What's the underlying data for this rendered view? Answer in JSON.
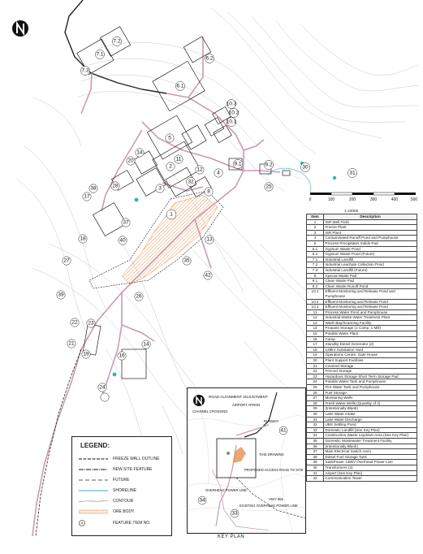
{
  "north": {
    "symbol": "N"
  },
  "scale": {
    "label": "1:10000",
    "ticks": [
      "0",
      "100",
      "200",
      "300",
      "400",
      "500"
    ]
  },
  "map_labels": {
    "n1": "1",
    "n2": "2",
    "n3": "3",
    "n4": "4",
    "n5": "5",
    "n61": "6.1",
    "n62": "6.2",
    "n71": "7.1",
    "n72": "7.2",
    "n73": "7.3",
    "n8": "8",
    "n91": "9.1",
    "n92": "9.2",
    "n101": "10.1",
    "n102": "10.2",
    "n103": "10.3",
    "n11": "11",
    "n12": "12",
    "n13": "13",
    "n14": "14",
    "n16": "16",
    "n17": "17",
    "n18": "18",
    "n19": "19",
    "n20": "20",
    "n21": "21",
    "n22": "22",
    "n23": "23",
    "n24": "24",
    "n25": "25",
    "n26": "26",
    "n27": "27",
    "n28": "28",
    "n30": "30",
    "n31": "31",
    "n32": "32",
    "n35": "35",
    "n37": "37",
    "n38": "38",
    "n39": "39",
    "n40": "40",
    "n42": "42"
  },
  "table": {
    "header": [
      "Item",
      "Description"
    ],
    "rows": [
      [
        "1",
        "ISR Well Field"
      ],
      [
        "2",
        "Freeze Plant"
      ],
      [
        "3",
        "ISR Plant"
      ],
      [
        "4",
        "Contaminated Runoff Pond and Pumphouse"
      ],
      [
        "5",
        "Process Precipitates Solids Pad"
      ],
      [
        "6.1",
        "Gypsum Waste Pond"
      ],
      [
        "6.2",
        "Gypsum Waste Pond (Future)"
      ],
      [
        "7.1",
        "Industrial Landfill"
      ],
      [
        "7.2",
        "Industrial Leachate Collection Pond"
      ],
      [
        "7.3",
        "Industrial Landfill (Future)"
      ],
      [
        "8",
        "Special Waste Pad"
      ],
      [
        "9.1",
        "Clean Waste Pad"
      ],
      [
        "9.2",
        "Clean Waste Runoff Pond"
      ],
      [
        "10.1",
        "Effluent Monitoring and Release Pond and Pumphouse"
      ],
      [
        "10.2",
        "Effluent Monitoring and Release Pond"
      ],
      [
        "10.3",
        "Effluent Monitoring and Release Pond"
      ],
      [
        "11",
        "Process Water Pond and Pumphouse"
      ],
      [
        "12",
        "Industrial Waste Water Treatment Plant"
      ],
      [
        "13",
        "Wash Bay/Scanning Facility"
      ],
      [
        "14",
        "Propane Storage (1 Camp, 1 Mill)"
      ],
      [
        "15",
        "Potable Water Plant"
      ],
      [
        "16",
        "Camp"
      ],
      [
        "17",
        "Standby Diesel Generator (2)"
      ],
      [
        "18",
        "138kV Substation Yard"
      ],
      [
        "19",
        "Operations Centre, Gate House"
      ],
      [
        "20",
        "Plant Support Facilities"
      ],
      [
        "21",
        "Covered Storage"
      ],
      [
        "22",
        "Fenced Storage"
      ],
      [
        "23",
        "Hazardous Storage Short Term Storage Pad"
      ],
      [
        "24",
        "Potable Water Tank and Pumphouse"
      ],
      [
        "25",
        "Fire Water Tank and Pumphouse"
      ],
      [
        "26",
        "Fuel Storage"
      ],
      [
        "27",
        "Monitoring Wells"
      ],
      [
        "28",
        "Fresh Water Wells (Quantity of 2)"
      ],
      [
        "29",
        "(Intentionally Blank)"
      ],
      [
        "30",
        "Lake Water Intake"
      ],
      [
        "31",
        "Lake Water Discharge"
      ],
      [
        "32",
        "UBS Settling Pond"
      ],
      [
        "33",
        "Domestic Landfill (See Key Plan)"
      ],
      [
        "34",
        "Construction Waste Laydown Area (See Key Plan)"
      ],
      [
        "35",
        "Domestic Wastewater Treatment Facility"
      ],
      [
        "36",
        "(Intentionally Blank)"
      ],
      [
        "37",
        "Main Electrical Switch room"
      ],
      [
        "38",
        "Diesel Fuel Storage Tank"
      ],
      [
        "39",
        "SaskPower 138kV Overhead Power Line"
      ],
      [
        "40",
        "Transformers (2)"
      ],
      [
        "41",
        "Airport (See Key Plan)"
      ],
      [
        "42",
        "Communication Tower"
      ]
    ]
  },
  "legend": {
    "title": "LEGEND:",
    "items": [
      {
        "label": "FREEZE WALL OUTLINE",
        "color": "#111111"
      },
      {
        "label": "NEW SITE FEATURE",
        "color": "#111111"
      },
      {
        "label": "FUTURE",
        "color": "#222222"
      },
      {
        "label": "SHORELINE",
        "color": "#3aa6c9"
      },
      {
        "label": "CONTOUR",
        "color": "#777777"
      },
      {
        "label": "ORE BODY",
        "color": "#e0833a"
      },
      {
        "label": "FEATURE ITEM NO.",
        "color": "#111111",
        "symbol": "#"
      }
    ]
  },
  "keyplan": {
    "caption": "KEY PLAN",
    "labels": {
      "road_adjust": "ROAD ALIGNMENT ADJUSTMENT",
      "airport_apron": "AIRPORT APRON",
      "runway": "RUNWAY",
      "channel": "CHANNEL CROSSING",
      "this_drawing": "THIS DRAWING",
      "access_road": "PROPOSED ACCESS ROAD TO SITE",
      "overhead": "OVERHEAD POWER LINE",
      "existing": "EXISTING OVERHEAD POWER LINE",
      "hwy": "HWY 955",
      "n33": "33",
      "n34": "34",
      "n41": "41"
    }
  },
  "colors": {
    "road": "#c99bb5",
    "contour": "#bdbdbd",
    "water": "#2fb7b0",
    "ore": "#e0833a"
  }
}
